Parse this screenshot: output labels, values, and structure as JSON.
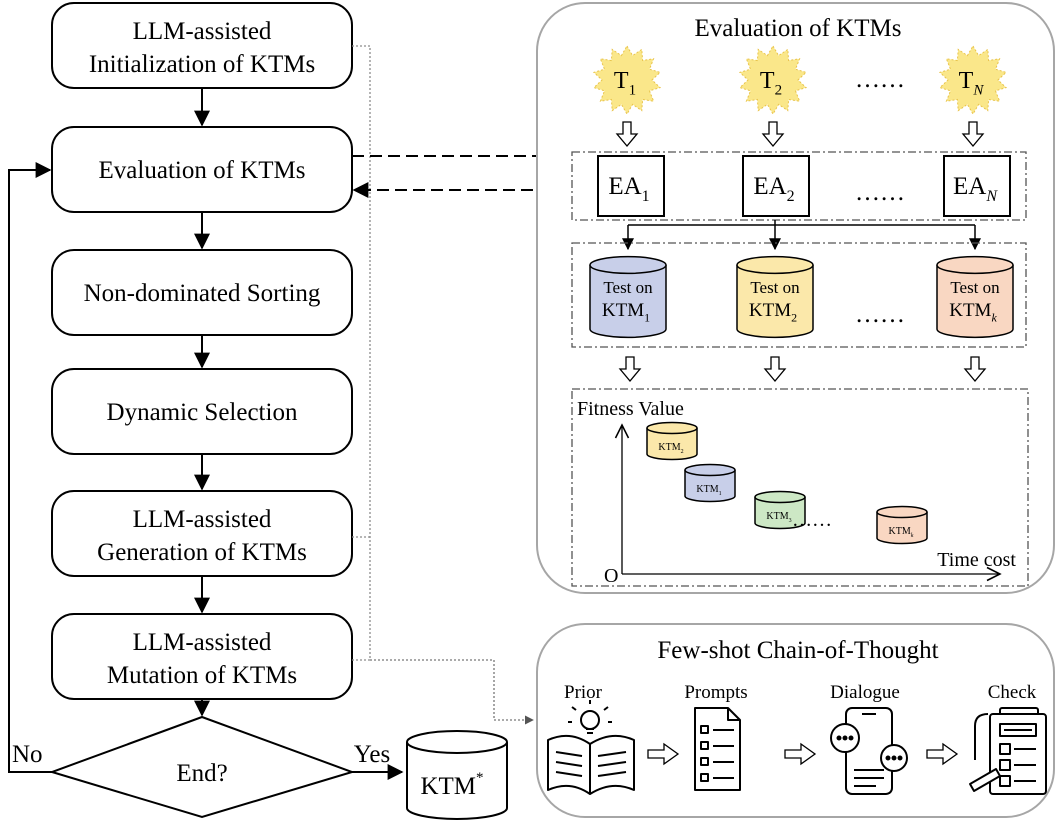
{
  "flow": {
    "init": [
      "LLM-assisted",
      "Initialization of KTMs"
    ],
    "evaluation": "Evaluation of KTMs",
    "sorting": "Non-dominated Sorting",
    "selection": "Dynamic Selection",
    "generation": [
      "LLM-assisted",
      "Generation of KTMs"
    ],
    "mutation": [
      "LLM-assisted",
      "Mutation of KTMs"
    ],
    "end": "End?",
    "no": "No",
    "yes": "Yes",
    "result": {
      "base": "KTM",
      "sup": "*"
    }
  },
  "eval_panel": {
    "title": "Evaluation of KTMs",
    "tasks": [
      {
        "base": "T",
        "sub": "1"
      },
      {
        "base": "T",
        "sub": "2"
      },
      {
        "base": "T",
        "sub": "N"
      }
    ],
    "ellipsis": "……",
    "algorithms": [
      {
        "base": "EA",
        "sub": "1"
      },
      {
        "base": "EA",
        "sub": "2"
      },
      {
        "base": "EA",
        "sub": "N"
      }
    ],
    "tests": [
      {
        "line1": "Test on",
        "base": "KTM",
        "sub": "1"
      },
      {
        "line1": "Test on",
        "base": "KTM",
        "sub": "2"
      },
      {
        "line1": "Test on",
        "base": "KTM",
        "sub": "k"
      }
    ],
    "plot": {
      "ylabel": "Fitness Value",
      "xlabel": "Time cost",
      "origin": "O",
      "items": [
        {
          "base": "KTM",
          "sub": "2"
        },
        {
          "base": "KTM",
          "sub": "1"
        },
        {
          "base": "KTM",
          "sub": "3"
        },
        {
          "base": "KTM",
          "sub": "k"
        }
      ]
    }
  },
  "cot_panel": {
    "title": "Few-shot Chain-of-Thought",
    "steps": [
      "Prior",
      "Prompts",
      "Dialogue",
      "Check"
    ],
    "icons": [
      "book-bulb-icon",
      "document-list-icon",
      "phone-chat-icon",
      "checklist-pen-icon"
    ]
  },
  "colors": {
    "sun": "#fae78a",
    "ktm1": "#c8cfe9",
    "ktm2": "#fbe8aa",
    "ktm3": "#cde8c5",
    "ktmk": "#f9d7c2",
    "panel_border": "#a6a6a6"
  }
}
